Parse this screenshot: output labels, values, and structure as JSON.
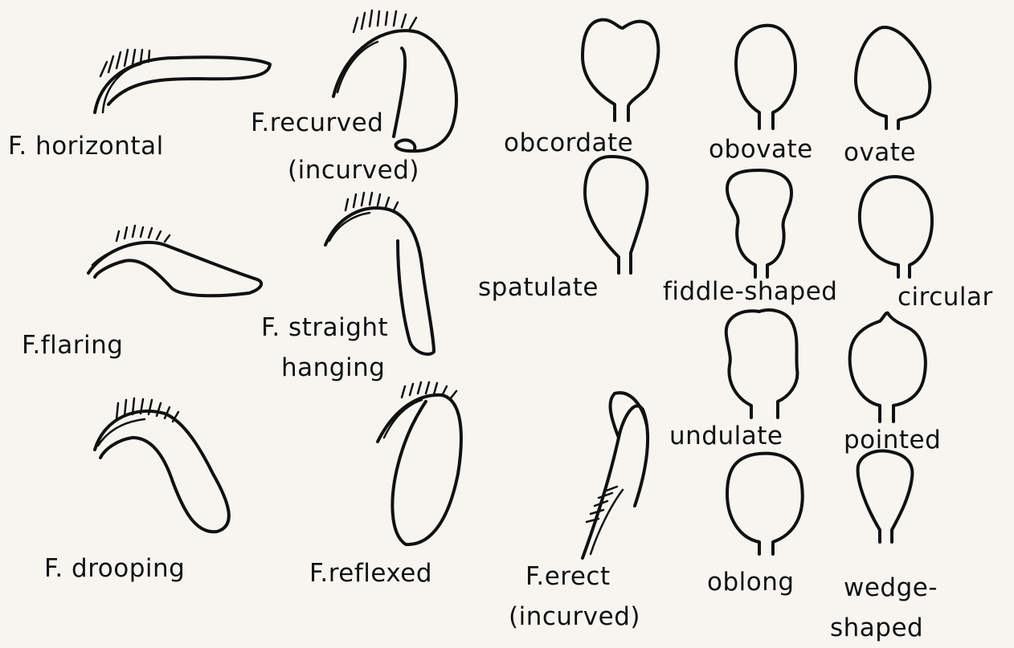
{
  "falls_forms": [
    {
      "id": "horizontal",
      "label": "F. horizontal"
    },
    {
      "id": "recurved",
      "label": "F.recurved",
      "label2": "(incurved)"
    },
    {
      "id": "flaring",
      "label": "F.flaring"
    },
    {
      "id": "straight-hanging",
      "label": "F. straight",
      "label2": "hanging"
    },
    {
      "id": "drooping",
      "label": "F. drooping"
    },
    {
      "id": "reflexed",
      "label": "F.reflexed"
    },
    {
      "id": "erect",
      "label": "F.erect",
      "label2": "(incurved)"
    }
  ],
  "petal_shapes": [
    {
      "id": "obcordate",
      "label": "obcordate"
    },
    {
      "id": "obovate",
      "label": "obovate"
    },
    {
      "id": "ovate",
      "label": "ovate"
    },
    {
      "id": "spatulate",
      "label": "spatulate"
    },
    {
      "id": "fiddle-shaped",
      "label": "fiddle-shaped"
    },
    {
      "id": "circular",
      "label": "circular"
    },
    {
      "id": "undulate",
      "label": "undulate"
    },
    {
      "id": "pointed",
      "label": "pointed"
    },
    {
      "id": "oblong",
      "label": "oblong"
    },
    {
      "id": "wedge-shaped",
      "label": "wedge-",
      "label2": "shaped"
    }
  ]
}
